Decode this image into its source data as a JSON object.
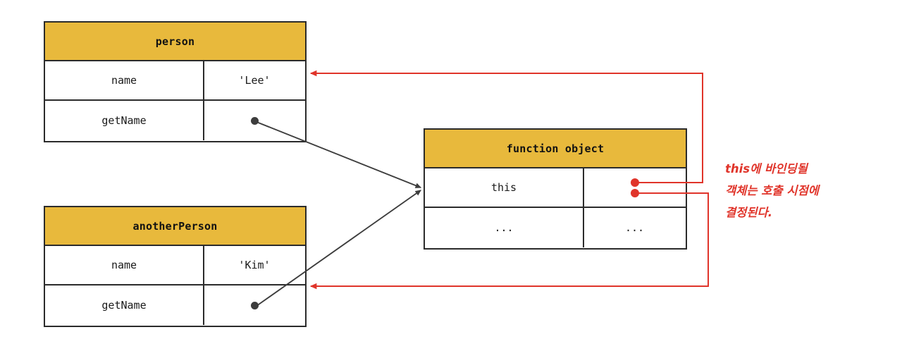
{
  "diagram": {
    "title_hidden": "this binding diagram",
    "colors": {
      "header_fill": "#e8b93c",
      "border": "#2b2b2b",
      "red": "#e0342a",
      "dot_black": "#3d3d3d",
      "background": "#ffffff"
    }
  },
  "tables": {
    "person": {
      "title": "person",
      "rows": [
        {
          "key": "name",
          "value": "'Lee'",
          "value_is_pointer": false
        },
        {
          "key": "getName",
          "value": "",
          "value_is_pointer": true
        }
      ]
    },
    "another_person": {
      "title": "anotherPerson",
      "rows": [
        {
          "key": "name",
          "value": "'Kim'",
          "value_is_pointer": false
        },
        {
          "key": "getName",
          "value": "",
          "value_is_pointer": true
        }
      ]
    },
    "function_object": {
      "title": "function object",
      "rows": [
        {
          "key": "this",
          "value": "",
          "value_is_pointer": true
        },
        {
          "key": "...",
          "value": "...",
          "value_is_pointer": false
        }
      ]
    }
  },
  "annotation": {
    "lines": [
      "this에 바인딩될",
      "객체는 호출 시점에",
      "결정된다."
    ]
  },
  "icons": {
    "pointer_dot": "filled-circle",
    "arrow_head": "triangle-arrow"
  }
}
